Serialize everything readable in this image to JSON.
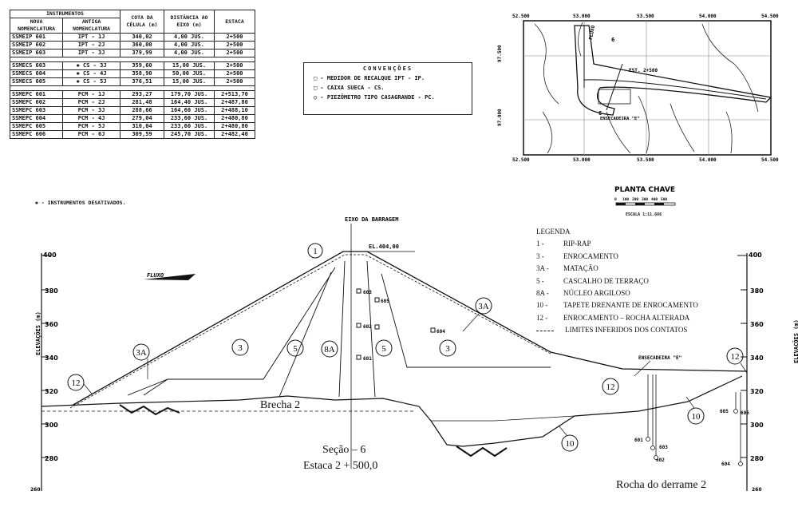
{
  "table": {
    "headers": [
      "INSTRUMENTOS",
      "NOVA NOMENCLATURA",
      "ANTIGA NOMENCLATURA",
      "COTA DA CÉLULA (m)",
      "DISTÂNCIA AO EIXO (m)",
      "ESTACA"
    ],
    "groups": [
      [
        {
          "star": false,
          "nova": "SSMEIP 601",
          "antiga": "IPT - 1J",
          "cota": "340,02",
          "dist": "4,00 JUS.",
          "estaca": "2+500"
        },
        {
          "star": false,
          "nova": "SSMEIP 602",
          "antiga": "IPT - 2J",
          "cota": "360,00",
          "dist": "4,00 JUS.",
          "estaca": "2+500"
        },
        {
          "star": false,
          "nova": "SSMEIP 603",
          "antiga": "IPT - 3J",
          "cota": "379,99",
          "dist": "4,00 JUS.",
          "estaca": "2+500"
        }
      ],
      [
        {
          "star": true,
          "nova": "SSMECS 603",
          "antiga": "CS - 3J",
          "cota": "359,60",
          "dist": "15,00 JUS.",
          "estaca": "2+500"
        },
        {
          "star": true,
          "nova": "SSMECS 604",
          "antiga": "CS - 4J",
          "cota": "358,90",
          "dist": "50,00 JUS.",
          "estaca": "2+500"
        },
        {
          "star": true,
          "nova": "SSMECS 605",
          "antiga": "CS - 5J",
          "cota": "376,51",
          "dist": "15,00 JUS.",
          "estaca": "2+500"
        }
      ],
      [
        {
          "star": false,
          "nova": "SSMEPC 601",
          "antiga": "PCM - 1J",
          "cota": "293,27",
          "dist": "179,70 JUS.",
          "estaca": "2+513,70"
        },
        {
          "star": false,
          "nova": "SSMEPC 602",
          "antiga": "PCM - 2J",
          "cota": "281,48",
          "dist": "164,40 JUS.",
          "estaca": "2+487,80"
        },
        {
          "star": false,
          "nova": "SSMEPC 603",
          "antiga": "PCM - 3J",
          "cota": "288,66",
          "dist": "164,60 JUS.",
          "estaca": "2+488,10"
        },
        {
          "star": false,
          "nova": "SSMEPC 604",
          "antiga": "PCM - 4J",
          "cota": "279,04",
          "dist": "233,60 JUS.",
          "estaca": "2+480,80"
        },
        {
          "star": false,
          "nova": "SSMEPC 605",
          "antiga": "PCM - 5J",
          "cota": "310,04",
          "dist": "233,60 JUS.",
          "estaca": "2+480,80"
        },
        {
          "star": false,
          "nova": "SSMEPC 606",
          "antiga": "PCM - 6J",
          "cota": "309,59",
          "dist": "245,70 JUS.",
          "estaca": "2+482,40"
        }
      ]
    ],
    "star_mark": "✱",
    "footnote": "✱ - INSTRUMENTOS DESATIVADOS."
  },
  "conventions": {
    "title": "CONVENÇÕES",
    "items": [
      "MEDIDOR DE RECALQUE IPT - IP.",
      "CAIXA SUECA - CS.",
      "PIEZÔMETRO TIPO CASAGRANDE - PC."
    ]
  },
  "plan": {
    "title": "PLANTA CHAVE",
    "scale_text": "ESCALA 1:11.666",
    "scale_ticks": [
      "0",
      "100",
      "200",
      "300",
      "400",
      "500"
    ],
    "top_coords": [
      "52.500",
      "53.000",
      "53.500",
      "54.000",
      "54.500"
    ],
    "left_coords": [
      "97.500",
      "97.000"
    ],
    "est_label": "EST. 2+500",
    "ens_label": "ENSECADEIRA \"E\"",
    "fluxo": "FLUXO",
    "section_mark": "6"
  },
  "section": {
    "eixo": "EIXO DA BARRAGEM",
    "el": "EL.404,00",
    "fluxo": "FLUXO",
    "elev_label": "ELEVAÇÕES (m)",
    "elev_ticks": [
      "400",
      "380",
      "360",
      "340",
      "320",
      "300",
      "280"
    ],
    "bottom_tick": "260",
    "zones": {
      "z1": "1",
      "z3a_l": "3A",
      "z3_l": "3",
      "z5_l": "5",
      "z8a": "8A",
      "z5_r": "5",
      "z3_r": "3",
      "z3a_r": "3A",
      "z12_l": "12",
      "z12_m": "12",
      "z12_r": "12",
      "z10_a": "10",
      "z10_b": "10"
    },
    "instruments": [
      "603",
      "605",
      "602",
      "604",
      "601",
      "601",
      "603",
      "602",
      "605",
      "606",
      "604"
    ],
    "ensecadeira": "ENSECADEIRA \"E\"",
    "brecha": "Brecha 2",
    "secao": "Seção – 6",
    "estaca": "Estaca 2 + 500,0",
    "rocha": "Rocha do derrame 2"
  },
  "legend": {
    "title": "LEGENDA",
    "items": [
      {
        "code": "1 -",
        "text": "RIP-RAP"
      },
      {
        "code": "3 -",
        "text": "ENROCAMENTO"
      },
      {
        "code": "3A -",
        "text": "MATAÇÃO"
      },
      {
        "code": "5 -",
        "text": "CASCALHO DE TERRAÇO"
      },
      {
        "code": "8A -",
        "text": "NÚCLEO ARGILOSO"
      },
      {
        "code": "10 -",
        "text": "TAPETE DRENANTE DE ENROCAMENTO"
      },
      {
        "code": "12 -",
        "text": "ENROCAMENTO – ROCHA ALTERADA"
      }
    ],
    "limits": "LIMITES INFERIDOS DOS CONTATOS"
  }
}
